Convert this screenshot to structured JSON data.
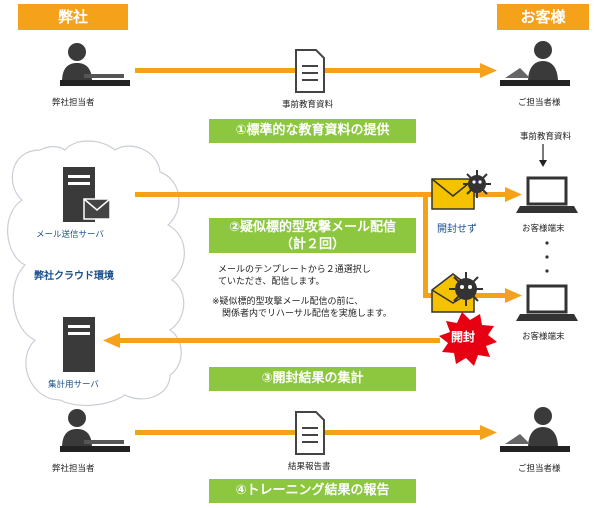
{
  "headers": {
    "company": "弊社",
    "client": "お客様"
  },
  "labels": {
    "staff_top": "弊社担当者",
    "client_top": "ご担当者様",
    "doc_top": "事前教育資料",
    "doc_right": "事前教育資料",
    "mail_server": "メール送信サーバ",
    "cloud": "弊社クラウド環境",
    "aggregate_server": "集計用サーバ",
    "unopened": "開封せず",
    "opened": "開封",
    "terminal": "お客様端末",
    "staff_bottom": "弊社担当者",
    "client_bottom": "ご担当者様",
    "report": "結果報告書"
  },
  "steps": {
    "step1": "①標準的な教育資料の提供",
    "step2_line1": "②疑似標的型攻撃メール配信",
    "step2_line2": "（計２回）",
    "step3": "③開封結果の集計",
    "step4": "④トレーニング結果の報告"
  },
  "notes": {
    "template_line1": "メールのテンプレートから２通選択し",
    "template_line2": "ていただき、配信します。",
    "rehearsal_line1": "※疑似標的型攻撃メール配信の前に、",
    "rehearsal_line2": "関係者内でリハーサル配信を実施します。"
  },
  "colors": {
    "accent_orange": "#f5a21a",
    "step_green": "#8dc63f",
    "alert_red": "#e60012",
    "label_blue": "#1a4f8c"
  }
}
